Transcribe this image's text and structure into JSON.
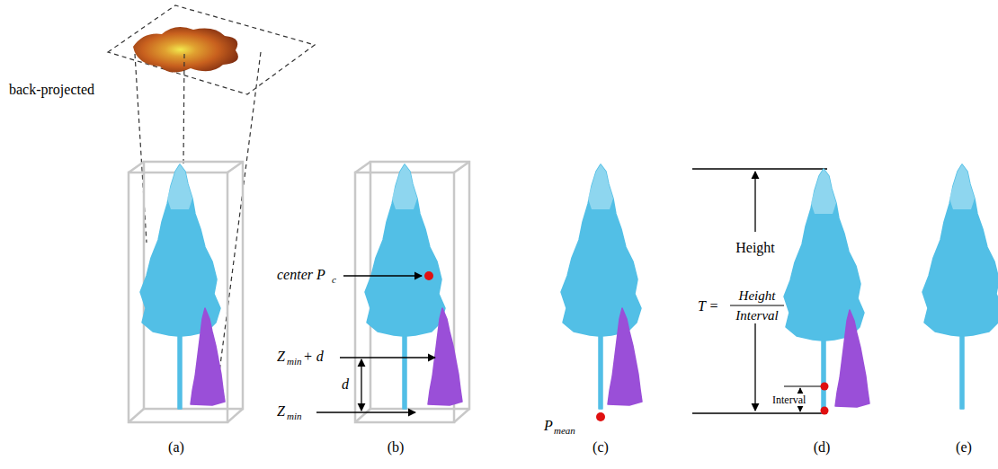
{
  "diagram": {
    "labels": [
      "back-projected",
      "center P",
      "c",
      "Z",
      "min",
      "+ d",
      "d",
      "Z",
      "min",
      "P",
      "mean",
      "Height",
      "T =",
      "Height",
      "Interval",
      "Interval",
      "(a)",
      "(b)",
      "(c)",
      "(d)",
      "(e)"
    ]
  }
}
